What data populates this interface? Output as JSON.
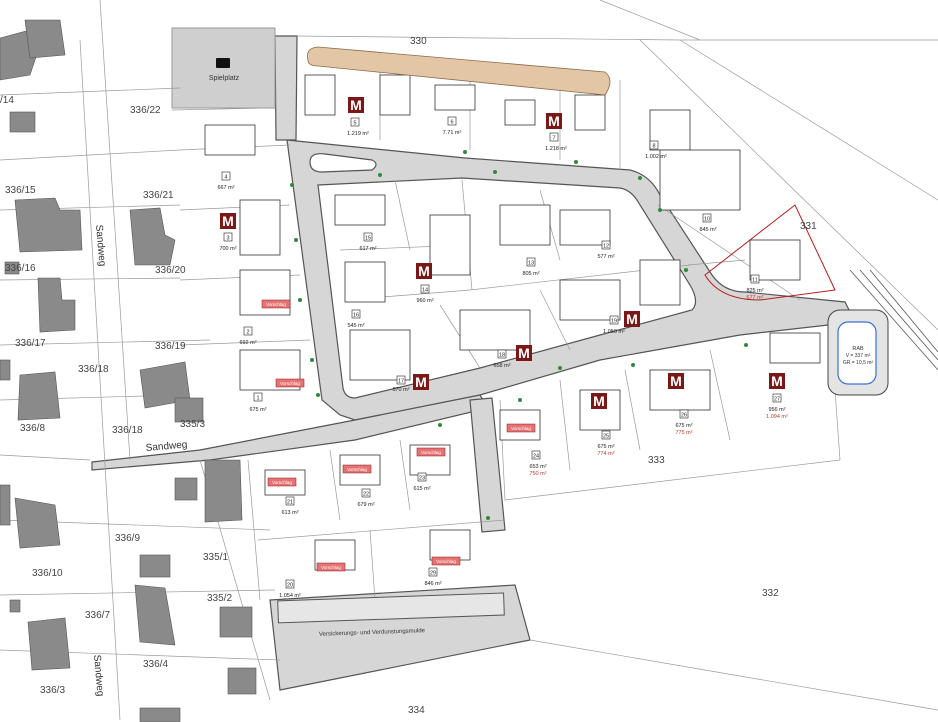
{
  "map": {
    "parcel_labels": [
      {
        "id": "p-336-14",
        "text": "/14"
      },
      {
        "id": "p-336-22",
        "text": "336/22"
      },
      {
        "id": "p-336-15",
        "text": "336/15"
      },
      {
        "id": "p-336-21",
        "text": "336/21"
      },
      {
        "id": "p-336-16",
        "text": "336/16"
      },
      {
        "id": "p-336-20",
        "text": "336/20"
      },
      {
        "id": "p-336-17",
        "text": "336/17"
      },
      {
        "id": "p-336-19",
        "text": "336/19"
      },
      {
        "id": "p-336-18a",
        "text": "336/18"
      },
      {
        "id": "p-336-8",
        "text": "336/8"
      },
      {
        "id": "p-336-18b",
        "text": "336/18"
      },
      {
        "id": "p-335-3",
        "text": "335/3"
      },
      {
        "id": "p-336-9",
        "text": "336/9"
      },
      {
        "id": "p-335-1",
        "text": "335/1"
      },
      {
        "id": "p-336-10",
        "text": "336/10"
      },
      {
        "id": "p-335-2",
        "text": "335/2"
      },
      {
        "id": "p-336-7",
        "text": "336/7"
      },
      {
        "id": "p-336-4",
        "text": "336/4"
      },
      {
        "id": "p-336-3",
        "text": "336/3"
      },
      {
        "id": "p-330",
        "text": "330"
      },
      {
        "id": "p-331",
        "text": "331"
      },
      {
        "id": "p-332",
        "text": "332"
      },
      {
        "id": "p-333",
        "text": "333"
      },
      {
        "id": "p-334",
        "text": "334"
      }
    ],
    "streets": {
      "sandweg_horizontal": "Sandweg",
      "sandweg_upper": "Sandweg",
      "sandweg_lower": "Sandweg"
    },
    "playground_label": "Spielplatz",
    "basin": {
      "title": "RAB",
      "volume": "V = 337 m³",
      "area": "GR = 10,5 m²"
    },
    "seepage_strip": "Versickerungs- und Verdunstungsmulde",
    "lots": [
      {
        "num": "1",
        "area": "675 m²"
      },
      {
        "num": "2",
        "area": "692 m²"
      },
      {
        "num": "3",
        "area": "700 m²"
      },
      {
        "num": "4",
        "area": "667 m²"
      },
      {
        "num": "5",
        "area": "1.219 m²"
      },
      {
        "num": "6",
        "area": "7.71 m²"
      },
      {
        "num": "7",
        "area": "1.218 m²"
      },
      {
        "num": "8",
        "area": "1.002 m²"
      },
      {
        "num": "10",
        "area": "845 m²"
      },
      {
        "num": "11",
        "area": "825 m²",
        "area2": "677 m²"
      },
      {
        "num": "12",
        "area": "577 m²"
      },
      {
        "num": "13",
        "area": "805 m²"
      },
      {
        "num": "14",
        "area": "960 m²"
      },
      {
        "num": "15",
        "area": "617 m²"
      },
      {
        "num": "16",
        "area": "545 m²"
      },
      {
        "num": "17",
        "area": "570 m²"
      },
      {
        "num": "18",
        "area": "658 m²"
      },
      {
        "num": "19",
        "area": "1.050 m²"
      },
      {
        "num": "20",
        "area": "1.054 m²"
      },
      {
        "num": "21",
        "area": "613 m²"
      },
      {
        "num": "22",
        "area": "679 m²"
      },
      {
        "num": "23",
        "area": "615 m²"
      },
      {
        "num": "24",
        "area": "653 m²",
        "area2": "750 m²"
      },
      {
        "num": "25",
        "area": "675 m²",
        "area2": "774 m²"
      },
      {
        "num": "26",
        "area": "675 m²",
        "area2": "775 m²"
      },
      {
        "num": "27",
        "area": "956 m²",
        "area2": "1.094 m²"
      },
      {
        "num": "29",
        "area": "846 m²"
      }
    ],
    "marker_letter": "M",
    "tag_text": "Vorschlag",
    "colors": {
      "road": "#d6d6d6",
      "building": "#8a8a8a",
      "brick": "#e3c6a6",
      "marker": "#7a1717",
      "tag": "#e57373",
      "boundary": "#b71c1c"
    }
  }
}
